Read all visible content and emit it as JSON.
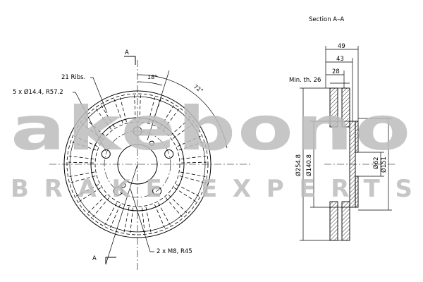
{
  "watermark": {
    "brand": "akebono",
    "tagline": "BRAKE EXPERTS",
    "color": "#bdbdbd"
  },
  "front_view": {
    "section_marker_top": "A",
    "section_marker_bottom": "A",
    "angle_small": "18°",
    "angle_large": "72°",
    "ribs_label": "21 Ribs.",
    "holes_label": "5 x Ø14.4, R57.2",
    "threads_label": "2 x M8, R45"
  },
  "section_view": {
    "title": "Section A–A",
    "min_thickness_label": "Min. th. 26",
    "dim_49": "49",
    "dim_43": "43",
    "dim_28": "28",
    "dia_outer": "Ø254.8",
    "dia_hat": "Ø140.8",
    "dia_bore": "Ø62",
    "dia_pcd": "Ø151"
  }
}
